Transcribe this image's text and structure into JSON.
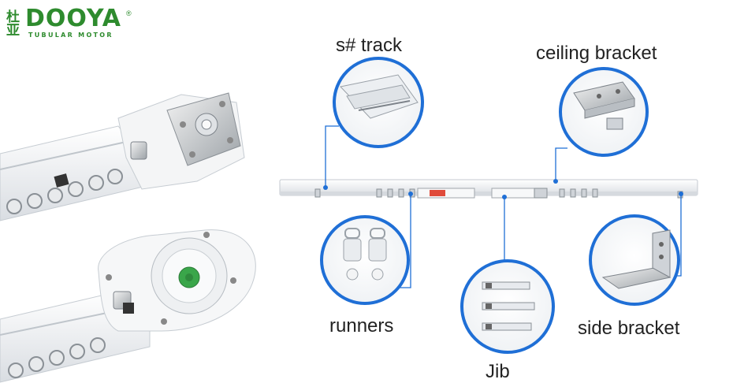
{
  "brand": {
    "chinese_mark": "杜亚",
    "name": "DOOYA",
    "registered": "®",
    "tagline": "TUBULAR MOTOR",
    "color": "#2e8b2e"
  },
  "labels": {
    "track": "s# track",
    "ceiling_bracket": "ceiling bracket",
    "runners": "runners",
    "jib": "Jib",
    "side_bracket": "side bracket"
  },
  "colors": {
    "callout_ring": "#1f6fd6",
    "motor_green": "#3aa64a"
  }
}
